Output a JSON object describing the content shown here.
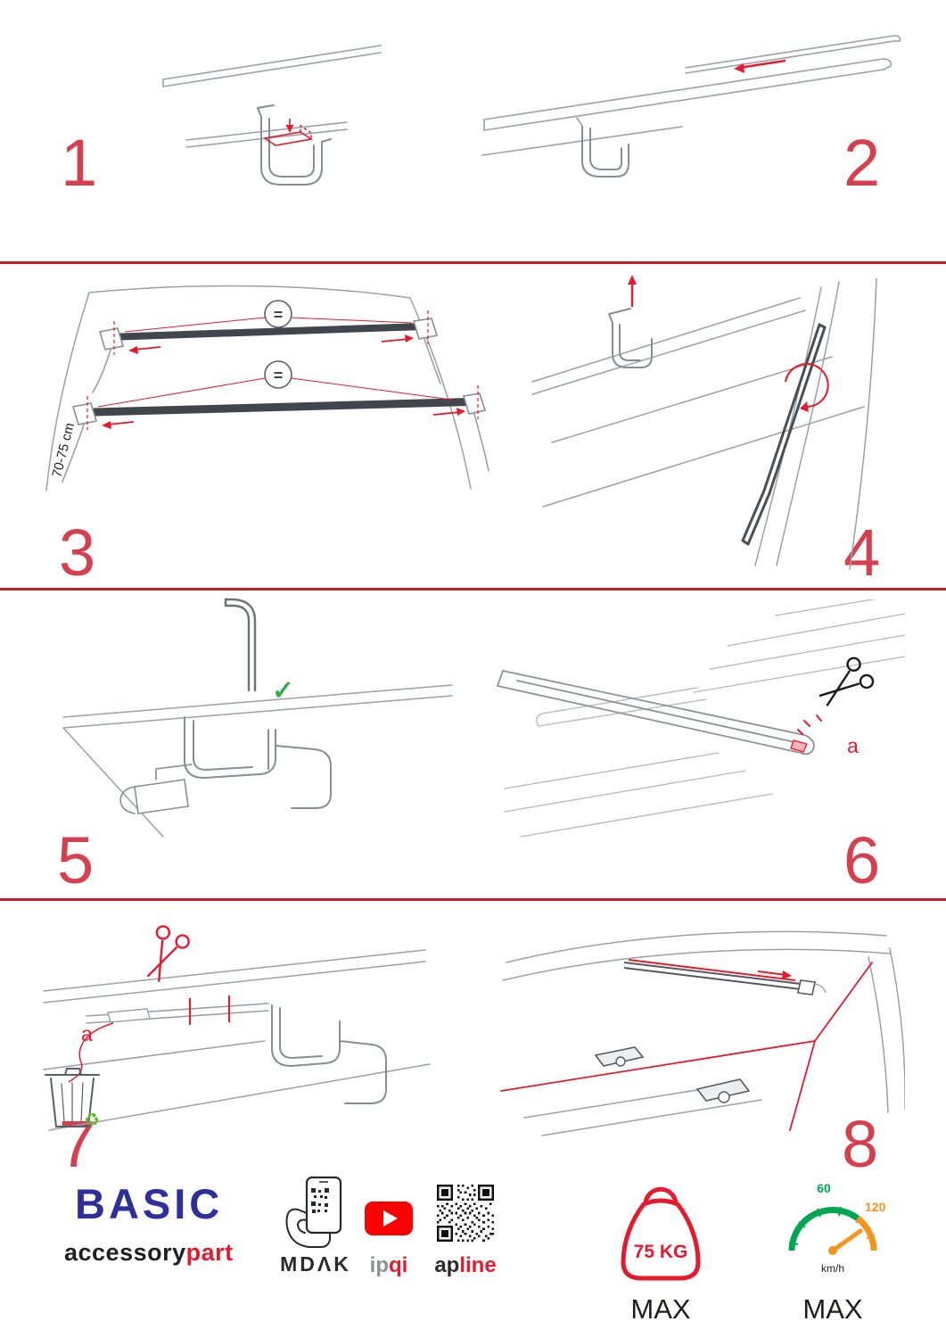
{
  "colors": {
    "accent_red": "#e8192c",
    "divider_red": "#c22026",
    "step_number_red": "#d6404e",
    "brand_blue": "#2e2e9c",
    "check_green": "#3aaa4c",
    "recycle_green": "#6ab42e",
    "gauge_green": "#00a651",
    "gauge_orange": "#f7941d",
    "youtube_red": "#ff0000",
    "text_black": "#231f20"
  },
  "steps": {
    "s1": {
      "number": "1"
    },
    "s2": {
      "number": "2"
    },
    "s3": {
      "number": "3",
      "dimension": "70-75 cm",
      "equal": "="
    },
    "s4": {
      "number": "4"
    },
    "s5": {
      "number": "5",
      "check_icon": "✓"
    },
    "s6": {
      "number": "6",
      "label_a": "a"
    },
    "s7": {
      "number": "7",
      "label_a": "a",
      "recycle_icon": "♻"
    },
    "s8": {
      "number": "8"
    }
  },
  "footer": {
    "brand": {
      "title": "BASIC",
      "sub_black": "accessory",
      "sub_red": "part"
    },
    "mdak": {
      "label": "MDΛK"
    },
    "ipqi": {
      "gray": "ip",
      "red": "qi"
    },
    "apline": {
      "black": "ap",
      "red": "line"
    },
    "weight": {
      "value": "75 KG",
      "max": "MAX"
    },
    "speed": {
      "low": "60",
      "high": "120",
      "unit": "km/h",
      "max": "MAX"
    }
  }
}
